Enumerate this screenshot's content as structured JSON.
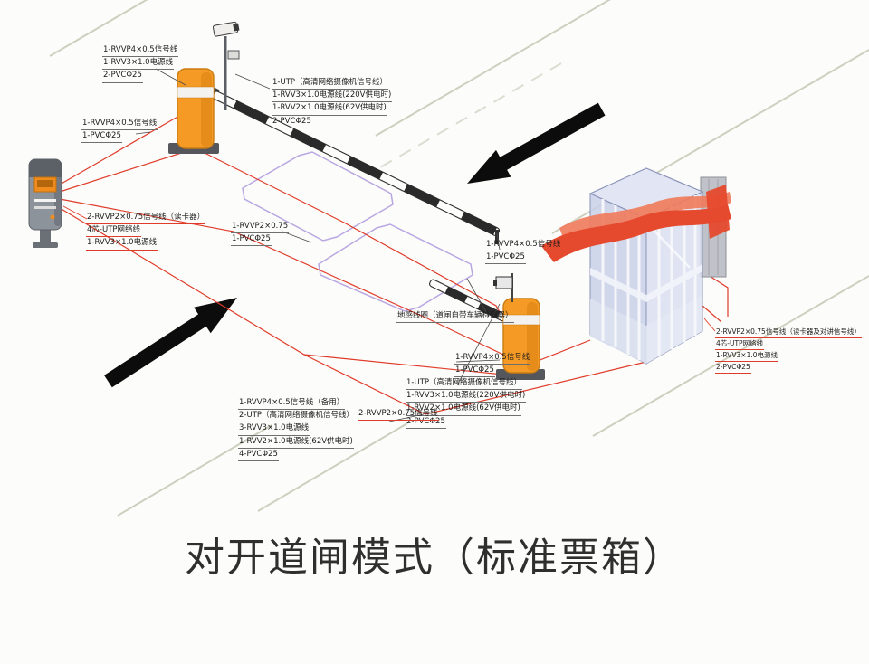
{
  "title": "对开道闸模式（标准票箱）",
  "colors": {
    "gate-orange": "#f59b25",
    "gate-orange-dark": "#d97f12",
    "wire-red": "#e03c2a",
    "banner-red": "#e64a2e",
    "island-purple": "#b9a7e2",
    "title-gray": "#2f2f2f"
  },
  "labels": {
    "gate_left": {
      "lines": [
        "1-RVVP4×0.5信号线",
        "1-RVV3×1.0电源线",
        "2-PVCΦ25"
      ]
    },
    "feed_left": {
      "lines": [
        "1-RVVP4×0.5信号线",
        "1-PVCΦ25"
      ]
    },
    "camera_top": {
      "lines": [
        "1-UTP（高清网络摄像机信号线）",
        "1-RVV3×1.0电源线(220V供电时)",
        "1-RVV2×1.0电源线(62V供电时)",
        "2-PVCΦ25"
      ]
    },
    "reader_left": {
      "lines": [
        "2-RVVP2×0.75信号线（读卡器）",
        "4芯-UTP网络线",
        "1-RVV3×1.0电源线"
      ]
    },
    "island_feed": {
      "lines": [
        "1-RVVP2×0.75",
        "1-PVCΦ25"
      ]
    },
    "gate_right_top": {
      "lines": [
        "1-RVVP4×0.5信号线",
        "1-PVCΦ25"
      ]
    },
    "ground_loop": {
      "lines": [
        "地感线圈（道闸自带车辆检测器）"
      ]
    },
    "gate_right_bottom": {
      "lines": [
        "1-RVVP4×0.5信号线",
        "1-PVCΦ25"
      ]
    },
    "camera_right": {
      "lines": [
        "1-UTP（高清网络摄像机信号线）",
        "1-RVV3×1.0电源线(220V供电时)",
        "1-RVV2×1.0电源线(62V供电时)",
        "2-PVCΦ25"
      ]
    },
    "trunk": {
      "lines": [
        "1-RVVP4×0.5信号线（备用）",
        "2-UTP（高清网络摄像机信号线）",
        "3-RVV3×1.0电源线",
        "1-RVV2×1.0电源线(62V供电时)",
        "4-PVCΦ25"
      ]
    },
    "trunk_extra": {
      "lines": [
        "2-RVVP2×0.75信号线"
      ]
    },
    "booth_right": {
      "lines": [
        "2-RVVP2×0.75信号线（读卡器及对讲信号线）",
        "4芯-UTP网络线",
        "1-RVV3×1.0电源线",
        "2-PVCΦ25"
      ]
    }
  }
}
